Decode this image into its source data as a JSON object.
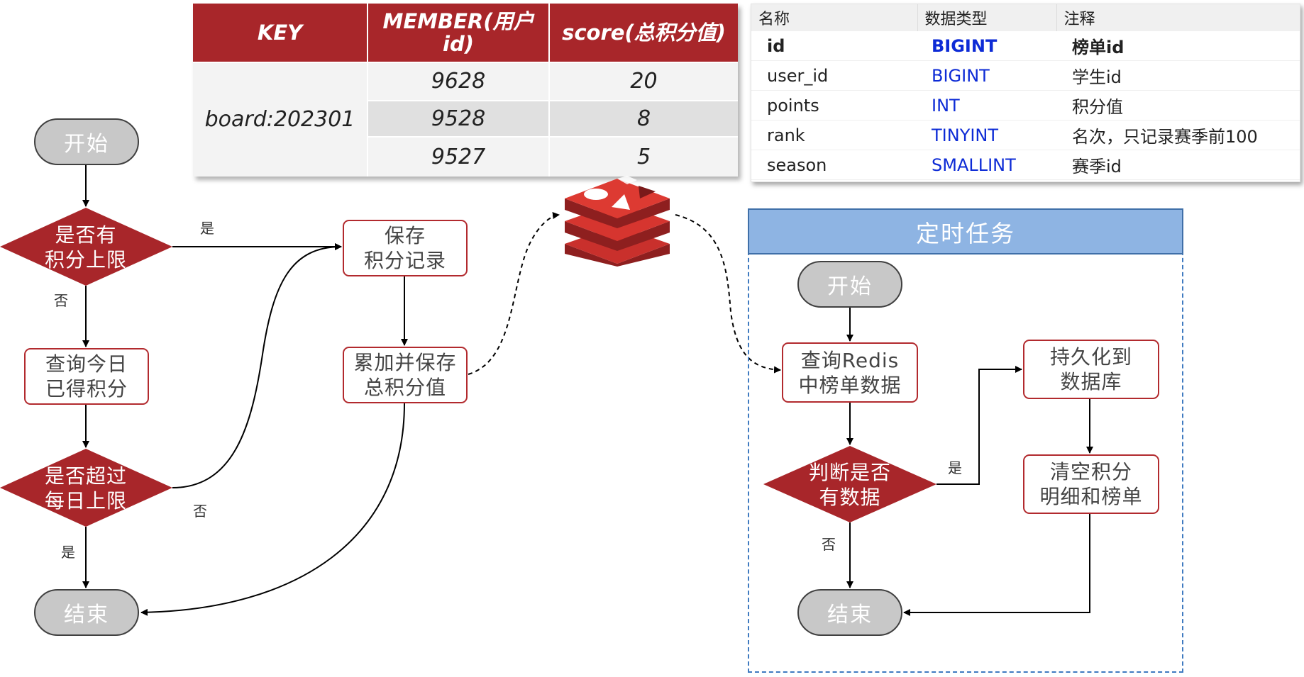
{
  "key_table": {
    "headers": [
      "KEY",
      "MEMBER(用户id)",
      "score(总积分值)"
    ],
    "key": "board:202301",
    "rows": [
      {
        "member": "9628",
        "score": "20"
      },
      {
        "member": "9528",
        "score": "8"
      },
      {
        "member": "9527",
        "score": "5"
      }
    ],
    "header_color": "#a8262a"
  },
  "schema_table": {
    "headers": [
      "名称",
      "数据类型",
      "注释"
    ],
    "rows": [
      {
        "name": "id",
        "type": "BIGINT",
        "comment": "榜单id"
      },
      {
        "name": "user_id",
        "type": "BIGINT",
        "comment": "学生id"
      },
      {
        "name": "points",
        "type": "INT",
        "comment": "积分值"
      },
      {
        "name": "rank",
        "type": "TINYINT",
        "comment": "名次，只记录赛季前100"
      },
      {
        "name": "season",
        "type": "SMALLINT",
        "comment": "赛季id"
      }
    ],
    "type_color": "#0d2bd6"
  },
  "left_flow": {
    "start": "开始",
    "has_points_limit": "是否有\n积分上限",
    "query_today": "查询今日\n已得积分",
    "over_daily_limit": "是否超过\n每日上限",
    "end": "结束",
    "save_record": "保存\n积分记录",
    "accumulate_total": "累加并保存\n总积分值",
    "labels": {
      "yes_top": "是",
      "no_left": "否",
      "no_mid": "否",
      "yes_bottom": "是"
    }
  },
  "task_flow": {
    "title": "定时任务",
    "start": "开始",
    "query_redis": "查询Redis\n中榜单数据",
    "has_data": "判断是否\n有数据",
    "persist": "持久化到\n数据库",
    "clear": "清空积分\n明细和榜单",
    "end": "结束",
    "labels": {
      "yes": "是",
      "no": "否"
    }
  },
  "colors": {
    "accent_red": "#a8262a",
    "terminal_gray": "#c8c8c8",
    "panel_blue": "#8eb4e3",
    "panel_border": "#3f7ac0"
  },
  "icons": {
    "redis": "redis-logo-icon"
  }
}
